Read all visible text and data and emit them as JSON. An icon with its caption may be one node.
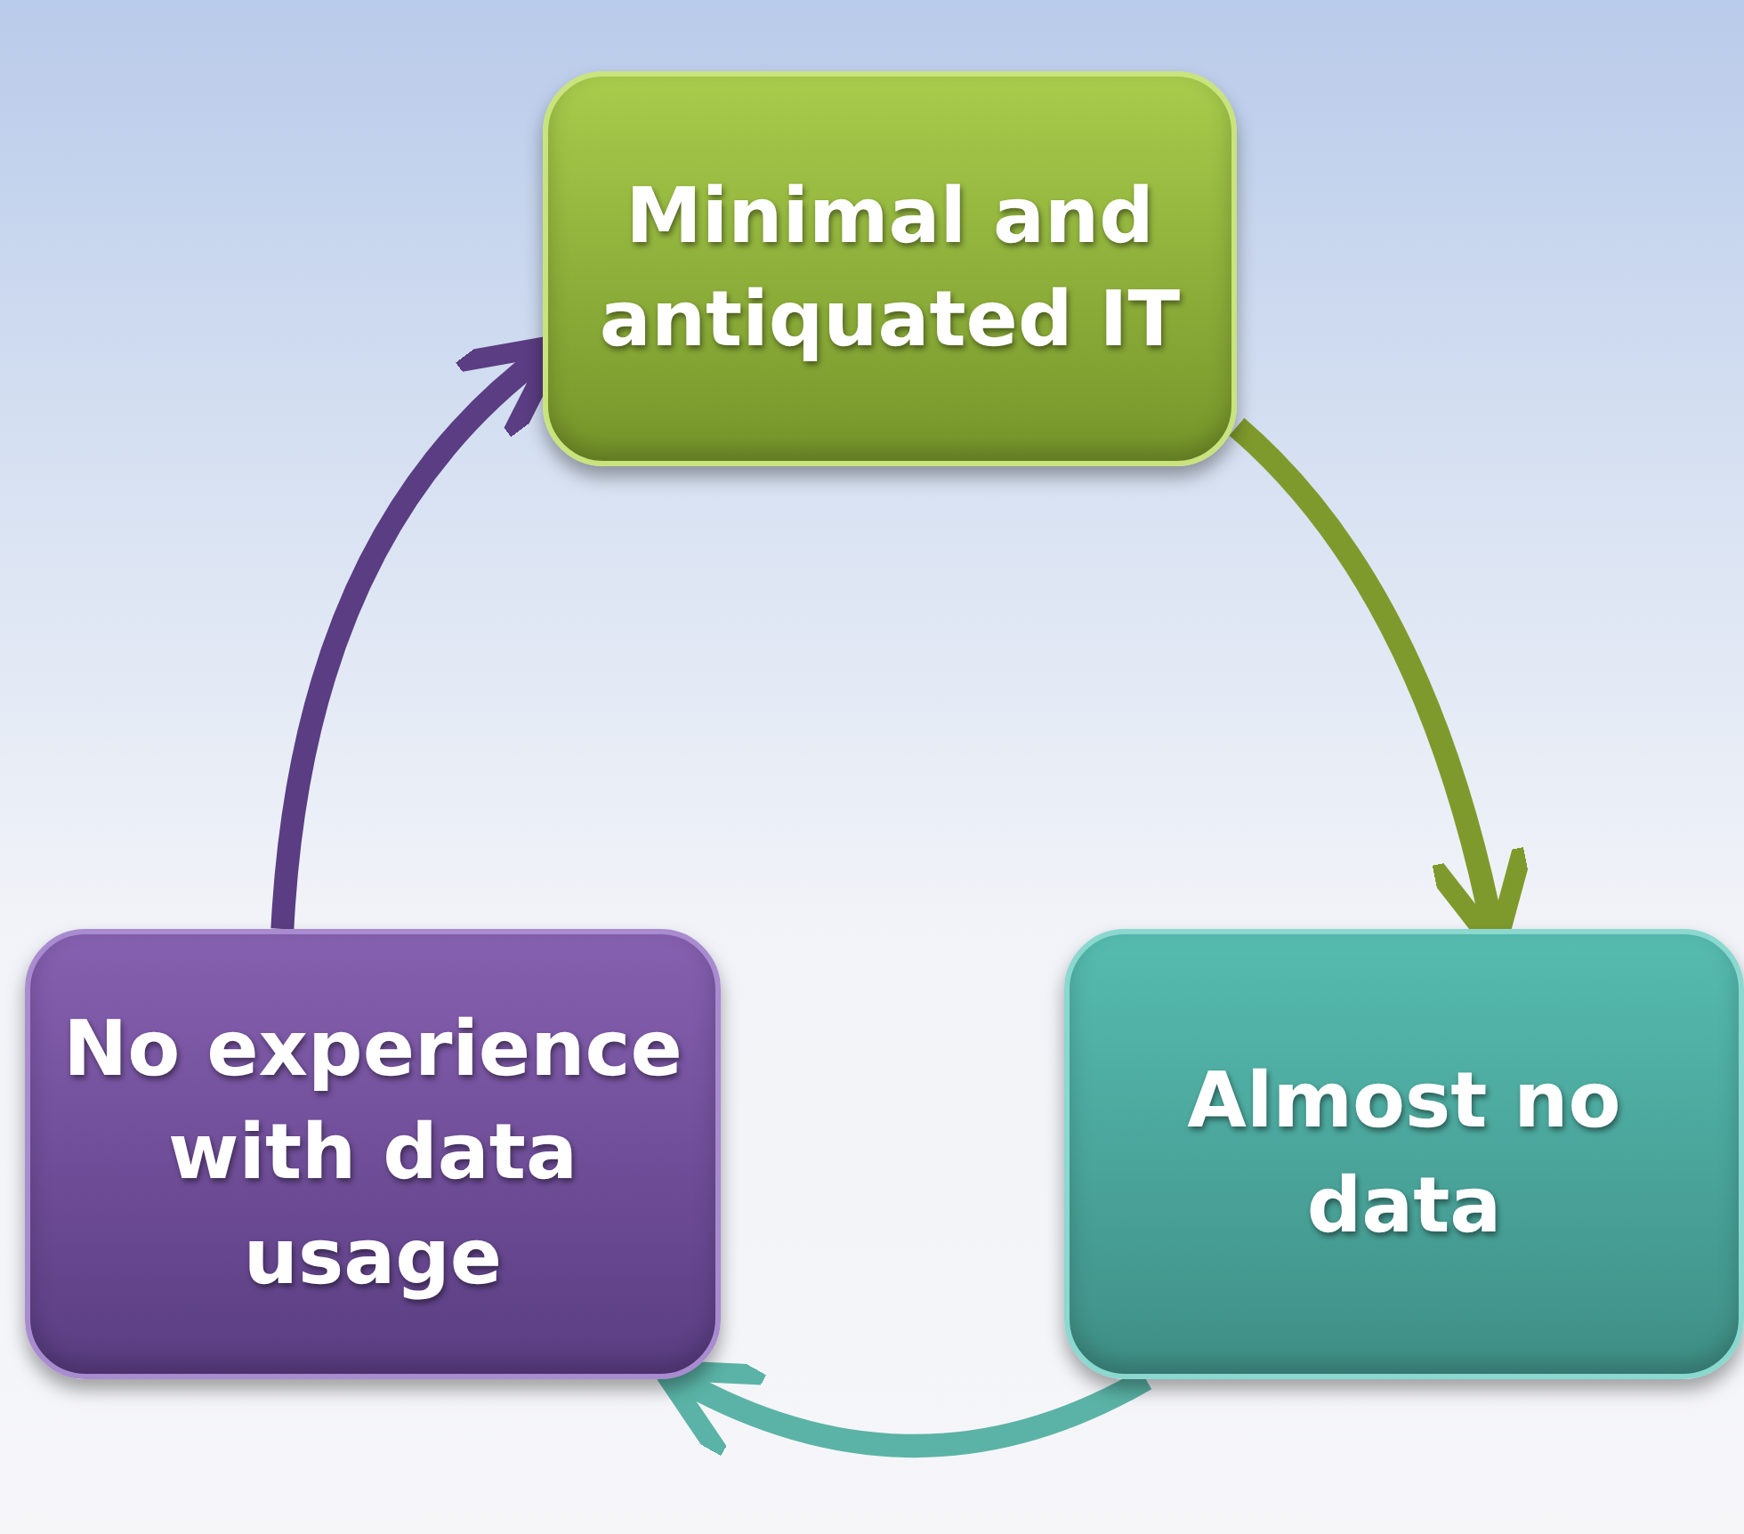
{
  "diagram": {
    "nodes": [
      {
        "text": [
          "Minimal and antiquated IT"
        ]
      },
      {
        "text": [
          "Almost no data"
        ]
      },
      {
        "text": [
          "No experience with data usage"
        ]
      }
    ],
    "edges": [
      {
        "from": 0,
        "to": 1,
        "arrow": "to",
        "color": "#7f9a2c"
      },
      {
        "from": 1,
        "to": 2,
        "arrow": "to",
        "color": "#5ab3a6"
      },
      {
        "from": 2,
        "to": 0,
        "arrow": "to",
        "color": "#5a3d82"
      }
    ]
  }
}
